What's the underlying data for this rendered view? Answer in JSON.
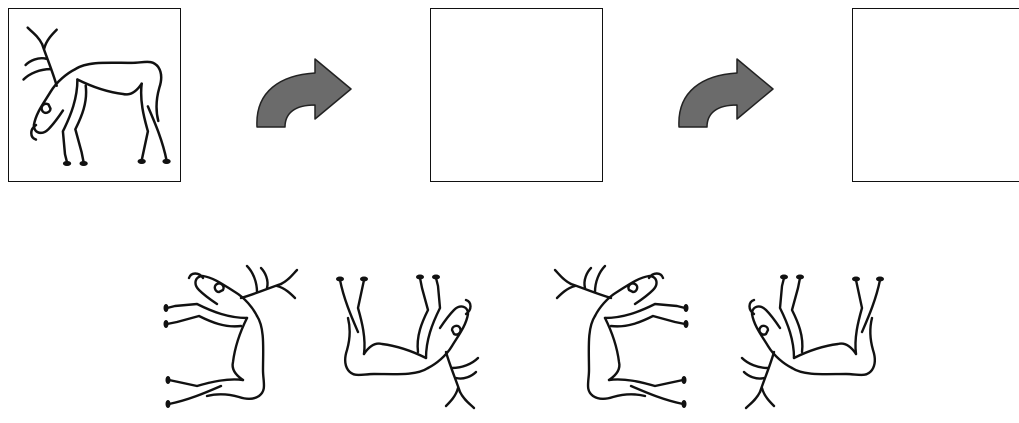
{
  "puzzle": {
    "sequence": [
      {
        "role": "given",
        "content": "elk-drawing",
        "orientation": "upright"
      },
      {
        "role": "blank",
        "content": ""
      },
      {
        "role": "blank",
        "content": ""
      }
    ],
    "arrows": [
      {
        "icon": "curved-arrow-right-icon",
        "color": "#6b6b6b"
      },
      {
        "icon": "curved-arrow-right-icon",
        "color": "#6b6b6b"
      }
    ],
    "options": [
      {
        "content": "elk-drawing",
        "orientation": "rotated-90-clockwise"
      },
      {
        "content": "elk-drawing",
        "orientation": "upside-down"
      },
      {
        "content": "elk-drawing",
        "orientation": "rotated-90-clockwise-mirrored"
      },
      {
        "content": "elk-drawing",
        "orientation": "upside-down-mirrored"
      }
    ]
  },
  "colors": {
    "line": "#111111",
    "arrow_fill": "#6b6b6b",
    "background": "#ffffff"
  }
}
